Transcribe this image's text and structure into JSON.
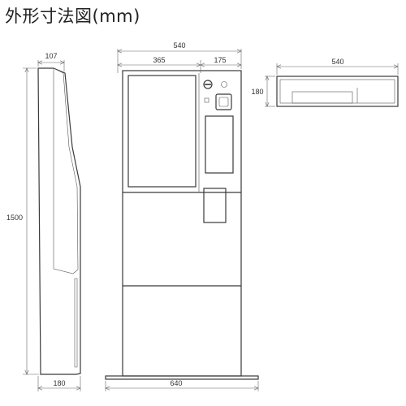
{
  "title": "外形寸法図(mm)",
  "dimensions": {
    "side_top_depth": "107",
    "side_height": "1500",
    "side_bottom_depth": "180",
    "front_width": "540",
    "front_screen_width": "365",
    "front_panel_width": "175",
    "base_width": "640",
    "top_width": "540",
    "top_depth": "180"
  }
}
